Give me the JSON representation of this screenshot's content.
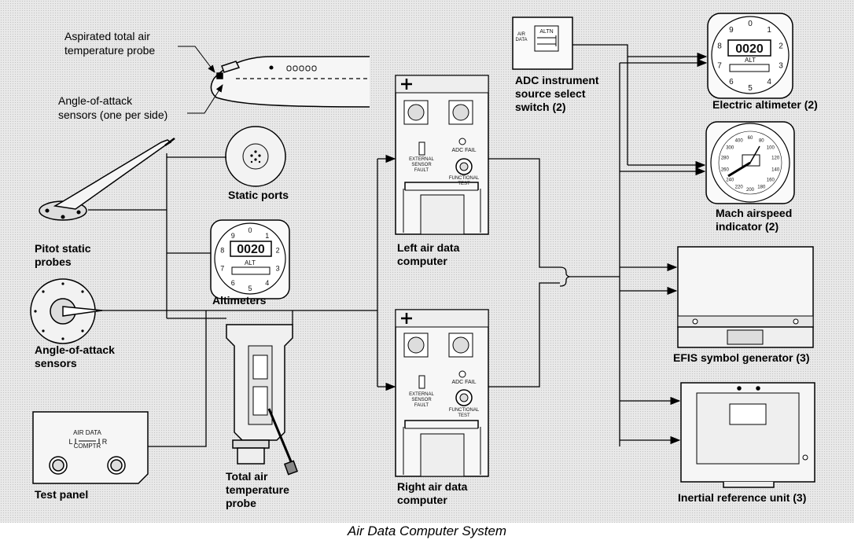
{
  "caption": "Air Data Computer System",
  "annotations": {
    "tat_probe": "Aspirated total air\ntemperature probe",
    "aoa_sensors": "Angle-of-attack\nsensors (one per side)"
  },
  "labels": {
    "pitot_static_probes": "Pitot static\nprobes",
    "static_ports": "Static ports",
    "altimeters": "Altimeters",
    "aoa_sensors": "Angle-of-attack\nsensors",
    "test_panel": "Test panel",
    "total_air_temp_probe": "Total air\ntemperature\nprobe",
    "left_adc": "Left air data\ncomputer",
    "right_adc": "Right air data\ncomputer",
    "adc_switch": "ADC instrument\nsource select\nswitch (2)",
    "electric_altimeter": "Electric altimeter (2)",
    "mach_airspeed": "Mach airspeed\nindicator (2)",
    "efis_symbol_generator": "EFIS symbol generator (3)",
    "inertial_reference_unit": "Inertial reference unit (3)"
  },
  "adc_panel": {
    "adc_fail": "ADC FAIL",
    "external_sensor_fault": "EXTERNAL\nSENSOR\nFAULT",
    "functional_test": "FUNCTIONAL\nTEST"
  },
  "test_panel_text": {
    "air_data": "AIR DATA",
    "comptr": "COMPTR",
    "left": "L",
    "right": "R"
  },
  "altimeter_face": {
    "alt": "ALT",
    "readout": "0020",
    "scale": [
      "0",
      "1",
      "2",
      "3",
      "4",
      "5",
      "6",
      "7",
      "8",
      "9"
    ]
  },
  "switch_text": {
    "air_data": "AIR\nDATA",
    "altn": "ALTN"
  },
  "airspeed_scale": [
    "60",
    "80",
    "100",
    "120",
    "140",
    "160",
    "180",
    "200",
    "220",
    "240",
    "260",
    "280",
    "300",
    "400"
  ]
}
